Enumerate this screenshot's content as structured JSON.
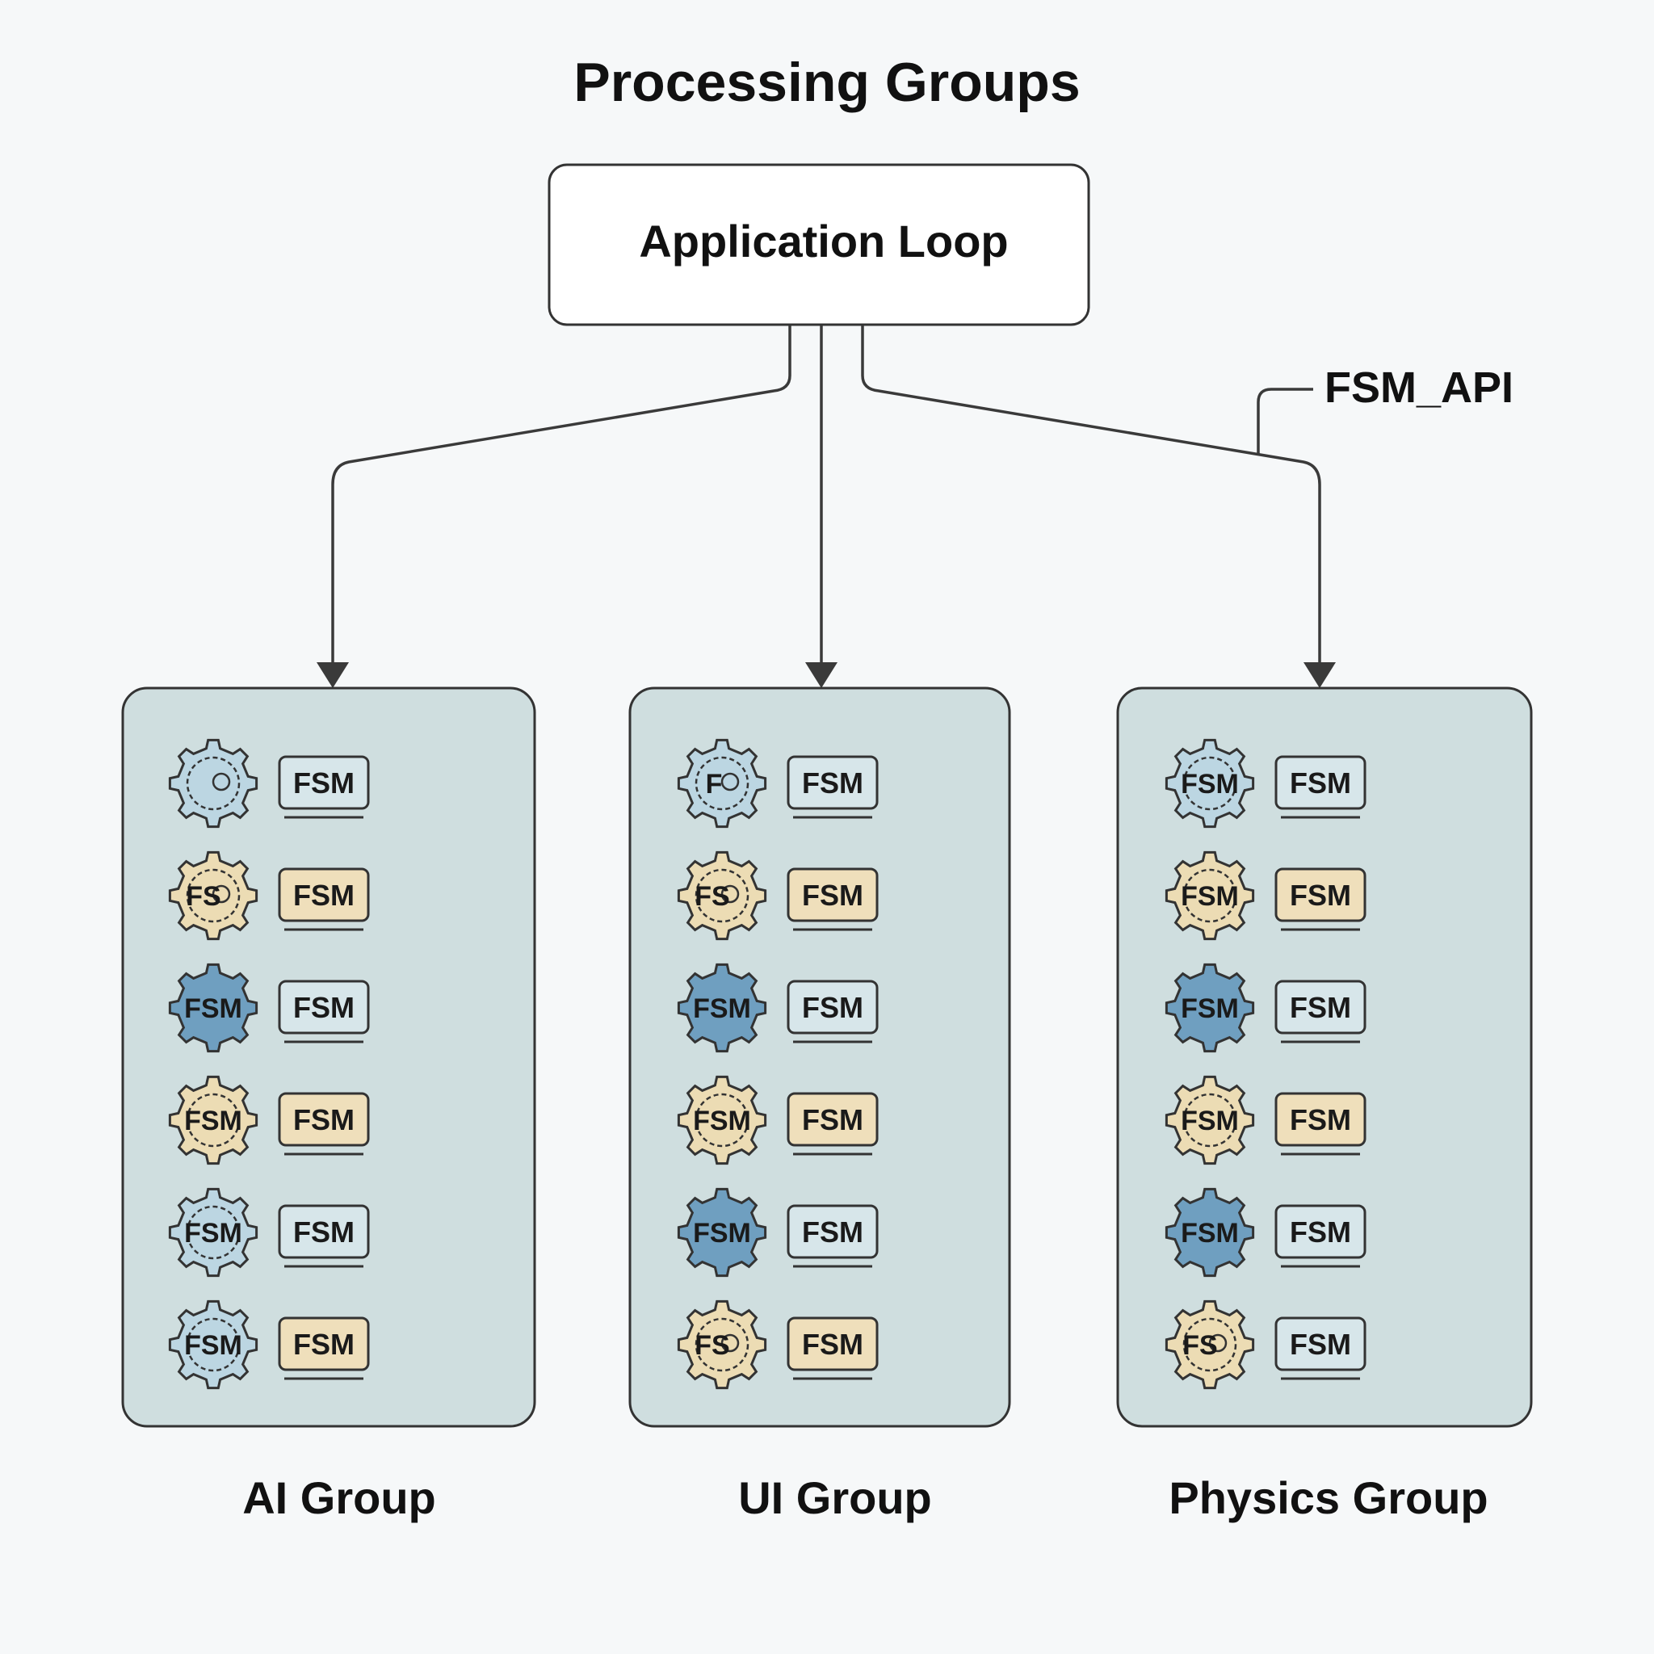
{
  "diagram": {
    "title": "Processing Groups",
    "top_node": "Application Loop",
    "api_label": "FSM_API",
    "item_label": "FSM",
    "colors": {
      "background": "#f6f8f9",
      "panel": "#cfdedf",
      "blue_light": "#bcd6e2",
      "blue_dark": "#6f9fc0",
      "tan": "#ecdcb4",
      "box_blue": "#d7e6ea",
      "box_tan": "#efdfbb"
    },
    "groups": [
      {
        "name": "AI Group",
        "items": [
          {
            "gear_color": "blue_light",
            "gear_text": "",
            "gear_style": "hub",
            "box_color": "box_blue"
          },
          {
            "gear_color": "tan",
            "gear_text": "FS",
            "gear_style": "partial",
            "box_color": "box_tan"
          },
          {
            "gear_color": "blue_dark",
            "gear_text": "FSM",
            "gear_style": "solid",
            "box_color": "box_blue"
          },
          {
            "gear_color": "tan",
            "gear_text": "FSM",
            "gear_style": "ring",
            "box_color": "box_tan"
          },
          {
            "gear_color": "blue_light",
            "gear_text": "FSM",
            "gear_style": "ring",
            "box_color": "box_blue"
          },
          {
            "gear_color": "blue_light",
            "gear_text": "FSM",
            "gear_style": "ring",
            "box_color": "box_tan"
          }
        ]
      },
      {
        "name": "UI Group",
        "items": [
          {
            "gear_color": "blue_light",
            "gear_text": "F",
            "gear_style": "hub",
            "box_color": "box_blue"
          },
          {
            "gear_color": "tan",
            "gear_text": "FS",
            "gear_style": "partial",
            "box_color": "box_tan"
          },
          {
            "gear_color": "blue_dark",
            "gear_text": "FSM",
            "gear_style": "solid",
            "box_color": "box_blue"
          },
          {
            "gear_color": "tan",
            "gear_text": "FSM",
            "gear_style": "ring",
            "box_color": "box_tan"
          },
          {
            "gear_color": "blue_dark",
            "gear_text": "FSM",
            "gear_style": "solid",
            "box_color": "box_blue"
          },
          {
            "gear_color": "tan",
            "gear_text": "FS",
            "gear_style": "partial",
            "box_color": "box_tan"
          }
        ]
      },
      {
        "name": "Physics Group",
        "items": [
          {
            "gear_color": "blue_light",
            "gear_text": "FSM",
            "gear_style": "ring",
            "box_color": "box_blue"
          },
          {
            "gear_color": "tan",
            "gear_text": "FSM",
            "gear_style": "ring",
            "box_color": "box_tan"
          },
          {
            "gear_color": "blue_dark",
            "gear_text": "FSM",
            "gear_style": "solid",
            "box_color": "box_blue"
          },
          {
            "gear_color": "tan",
            "gear_text": "FSM",
            "gear_style": "ring",
            "box_color": "box_tan"
          },
          {
            "gear_color": "blue_dark",
            "gear_text": "FSM",
            "gear_style": "solid",
            "box_color": "box_blue"
          },
          {
            "gear_color": "tan",
            "gear_text": "FS",
            "gear_style": "partial",
            "box_color": "box_blue"
          }
        ]
      }
    ]
  }
}
